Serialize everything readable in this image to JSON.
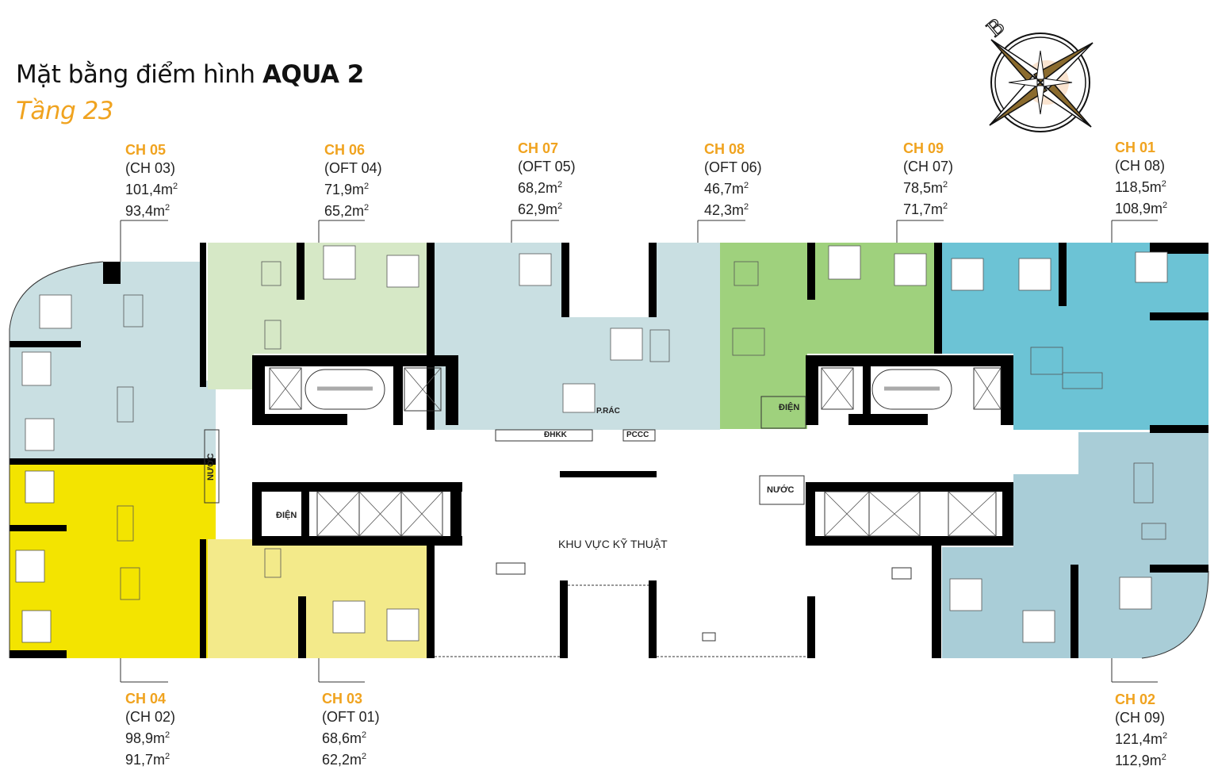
{
  "header": {
    "title_prefix": "Mặt bằng điểm hình",
    "title_bold": "AQUA 2",
    "floor": "Tầng 23"
  },
  "compass": {
    "north_label": "B",
    "icon": "compass-rose-icon"
  },
  "colors": {
    "accent_orange": "#f0a31f",
    "unit_light_blue": "#c9dfe2",
    "unit_light_green": "#d6e8c6",
    "unit_green": "#9fd17d",
    "unit_cyan": "#6cc3d5",
    "unit_yellow": "#f3e400",
    "unit_light_yellow": "#f3ea8a",
    "unit_grey_blue": "#a9cdd7",
    "wall": "#000000"
  },
  "units": [
    {
      "code": "CH 05",
      "alt": "(CH 03)",
      "area1": "101,4m",
      "area2": "93,4m",
      "sup": "2"
    },
    {
      "code": "CH 06",
      "alt": "(OFT 04)",
      "area1": "71,9m",
      "area2": "65,2m",
      "sup": "2"
    },
    {
      "code": "CH 07",
      "alt": "(OFT 05)",
      "area1": "68,2m",
      "area2": "62,9m",
      "sup": "2"
    },
    {
      "code": "CH 08",
      "alt": "(OFT 06)",
      "area1": "46,7m",
      "area2": "42,3m",
      "sup": "2"
    },
    {
      "code": "CH 09",
      "alt": "(CH 07)",
      "area1": "78,5m",
      "area2": "71,7m",
      "sup": "2"
    },
    {
      "code": "CH 01",
      "alt": "(CH 08)",
      "area1": "118,5m",
      "area2": "108,9m",
      "sup": "2"
    },
    {
      "code": "CH 04",
      "alt": "(CH 02)",
      "area1": "98,9m",
      "area2": "91,7m",
      "sup": "2"
    },
    {
      "code": "CH 03",
      "alt": "(OFT 01)",
      "area1": "68,6m",
      "area2": "62,2m",
      "sup": "2"
    },
    {
      "code": "CH 02",
      "alt": "(CH 09)",
      "area1": "121,4m",
      "area2": "112,9m",
      "sup": "2"
    }
  ],
  "rooms": {
    "dien_left": "ĐIỆN",
    "dien_right": "ĐIỆN",
    "nuoc_left": "NƯỚC",
    "nuoc_right": "NƯỚC",
    "dhkk": "ĐHKK",
    "prac": "P.RÁC",
    "pccc": "PCCC",
    "tech_area": "KHU VỰC KỸ THUẬT"
  }
}
